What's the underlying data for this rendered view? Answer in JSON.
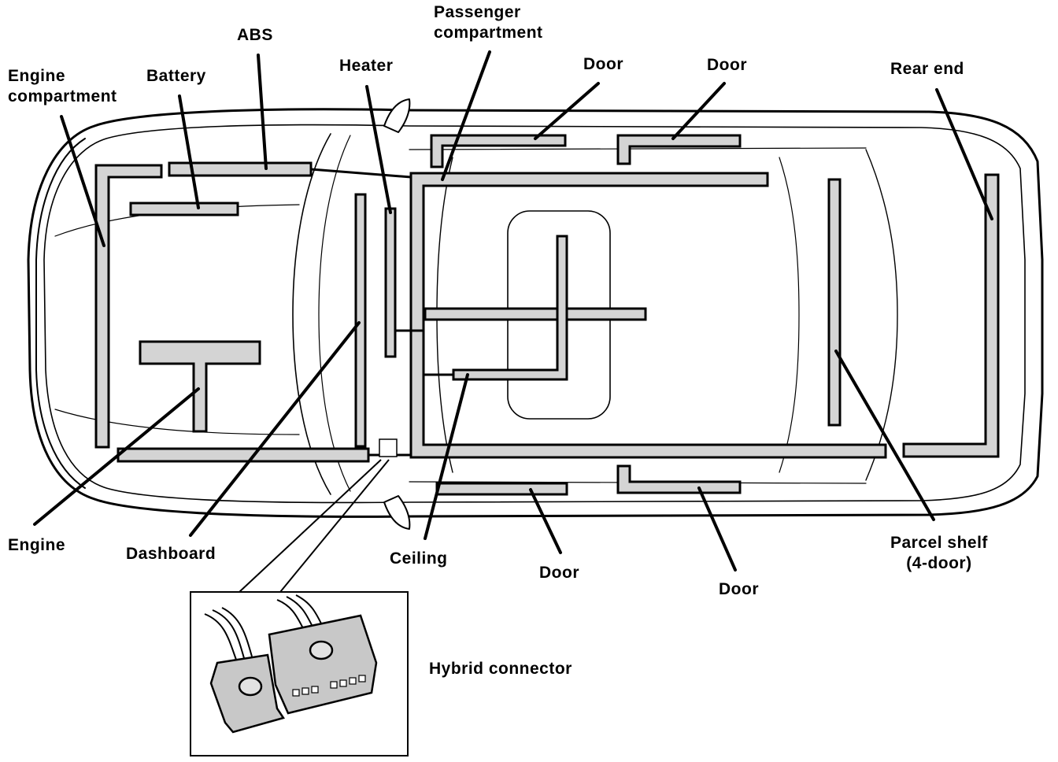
{
  "labels": {
    "engine_compartment_line1": "Engine",
    "engine_compartment_line2": "compartment",
    "battery": "Battery",
    "abs": "ABS",
    "heater": "Heater",
    "passenger_compartment_line1": "Passenger",
    "passenger_compartment_line2": "compartment",
    "door_front_top": "Door",
    "door_rear_top": "Door",
    "rear_end": "Rear end",
    "engine": "Engine",
    "dashboard": "Dashboard",
    "ceiling": "Ceiling",
    "door_front_bottom": "Door",
    "door_rear_bottom": "Door",
    "parcel_shelf_line1": "Parcel shelf",
    "parcel_shelf_line2": "(4-door)",
    "hybrid_connector": "Hybrid connector"
  },
  "colors": {
    "ink": "#000000",
    "harness_fill": "#d4d4d4",
    "body_fill": "#ffffff",
    "connector_fill": "#c8c8c8"
  }
}
